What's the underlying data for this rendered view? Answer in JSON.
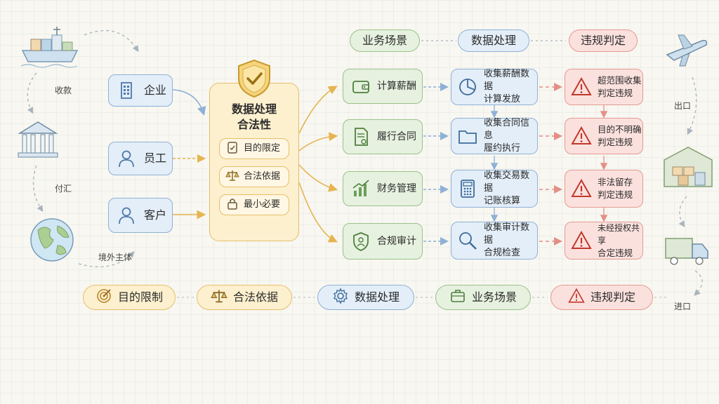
{
  "left": {
    "entities": [
      "企业",
      "员工",
      "客户"
    ],
    "labels": {
      "receive": "收款",
      "pay": "付汇",
      "overseas": "境外主体"
    }
  },
  "center": {
    "title_line1": "数据处理",
    "title_line2": "合法性",
    "principles": [
      "目的限定",
      "合法依据",
      "最小必要"
    ]
  },
  "headers": {
    "scene": "业务场景",
    "process": "数据处理",
    "verdict": "违规判定"
  },
  "rows": [
    {
      "scene": "计算薪酬",
      "process": [
        "收集薪酬数据",
        "计算发放"
      ],
      "verdict": [
        "超范围收集",
        "判定违规"
      ]
    },
    {
      "scene": "履行合同",
      "process": [
        "收集合同信息",
        "履约执行"
      ],
      "verdict": [
        "目的不明确",
        "判定违规"
      ]
    },
    {
      "scene": "财务管理",
      "process": [
        "收集交易数据",
        "记账核算"
      ],
      "verdict": [
        "非法留存",
        "判定违规"
      ]
    },
    {
      "scene": "合规审计",
      "process": [
        "收集审计数据",
        "合规检查"
      ],
      "verdict": [
        "未经授权共享",
        "合定违规"
      ]
    }
  ],
  "right": {
    "labels": {
      "export": "出口",
      "import": "进口"
    }
  },
  "legend": [
    "目的限制",
    "合法依据",
    "数据处理",
    "业务场景",
    "违规判定"
  ],
  "colors": {
    "blue": "#8fb1d6",
    "green": "#9cc28b",
    "red": "#e39a92",
    "amber": "#e6bf6a"
  }
}
